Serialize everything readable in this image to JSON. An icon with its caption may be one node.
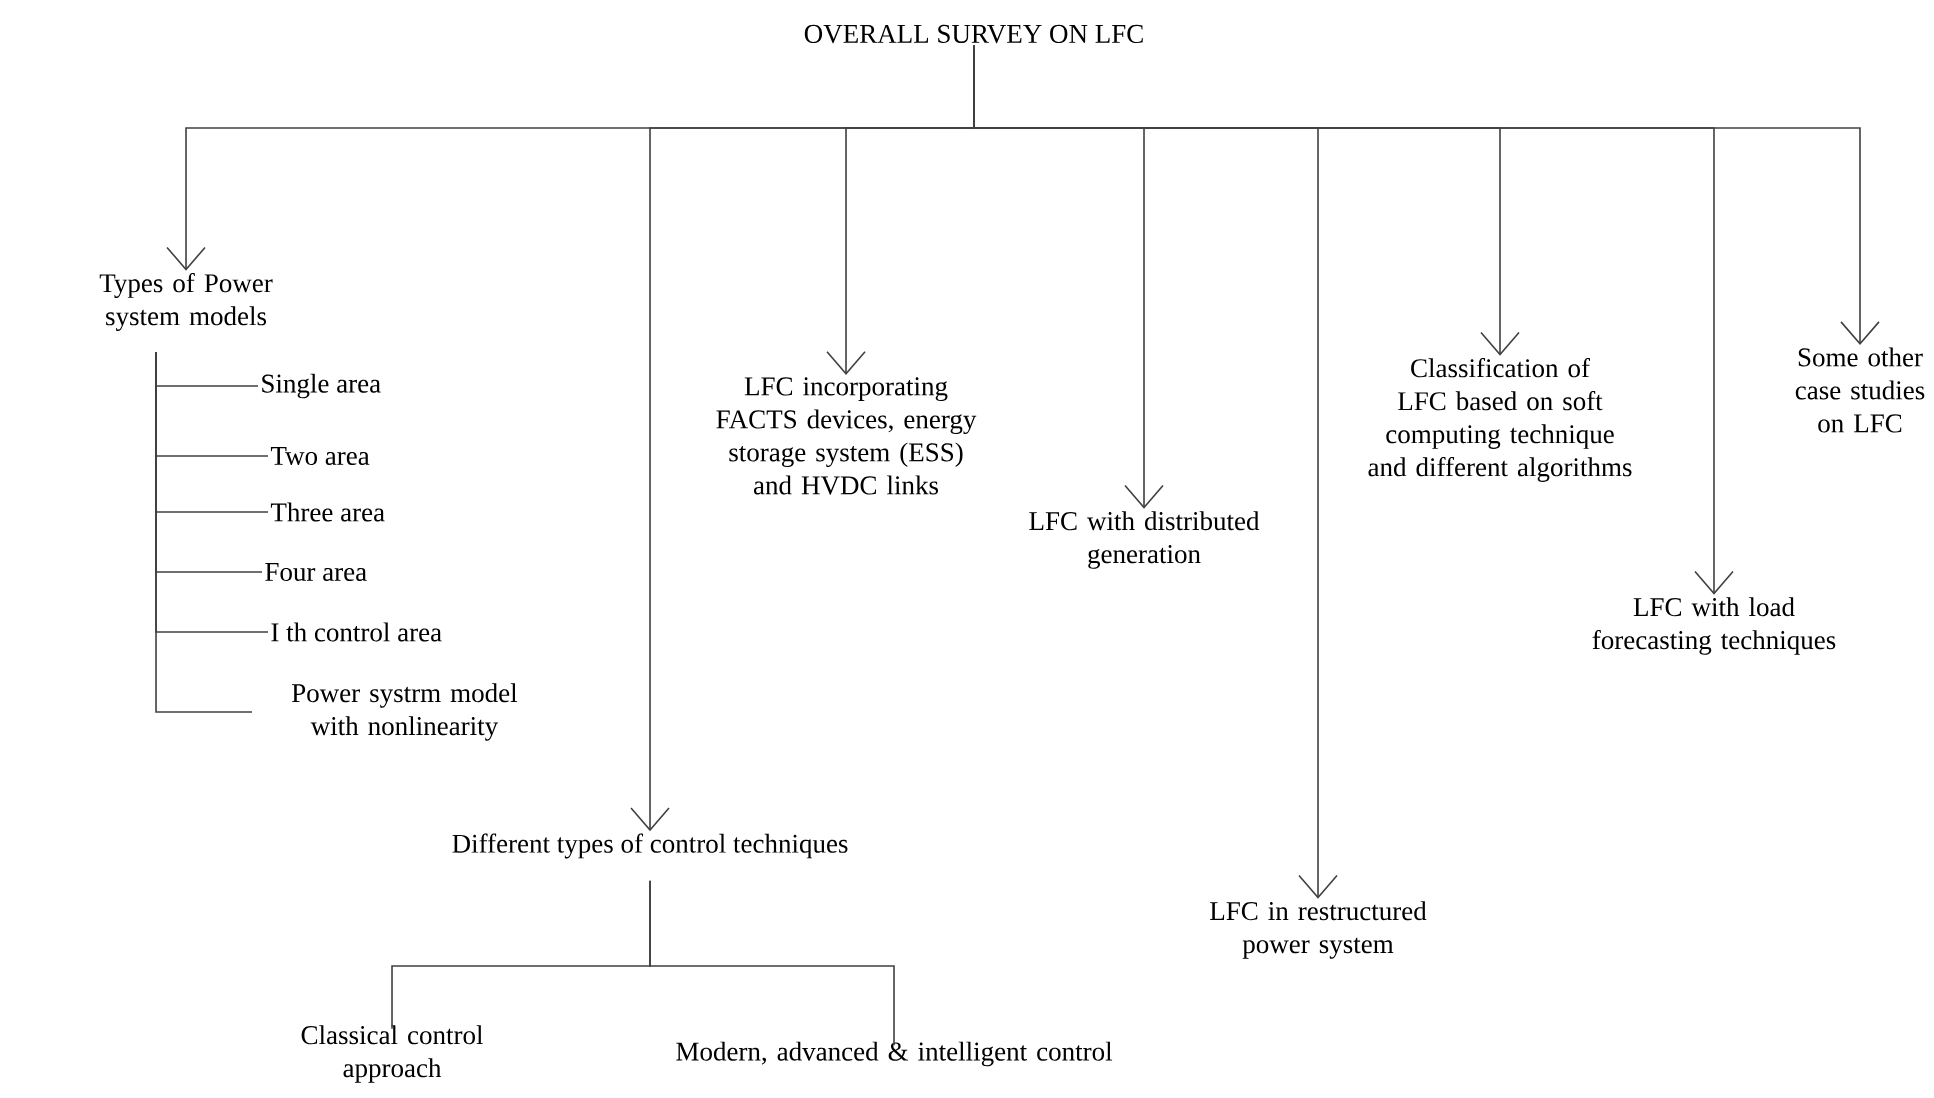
{
  "diagram": {
    "nodes": [
      {
        "text": [
          "OVERALL SURVEY ON LFC"
        ]
      },
      {
        "text": [
          "Types of Power system models"
        ]
      },
      {
        "text": [
          "Single area"
        ]
      },
      {
        "text": [
          "Two area"
        ]
      },
      {
        "text": [
          "Three area"
        ]
      },
      {
        "text": [
          "Four area"
        ]
      },
      {
        "text": [
          "I th control area"
        ]
      },
      {
        "text": [
          "Power systrm model with nonlinearity"
        ]
      },
      {
        "text": [
          "LFC incorporating FACTS devices, energy storage system (ESS) and HVDC links"
        ]
      },
      {
        "text": [
          "Different types of control techniques"
        ]
      },
      {
        "text": [
          "LFC with distributed generation"
        ]
      },
      {
        "text": [
          "LFC in restructured power system"
        ]
      },
      {
        "text": [
          "Classification of LFC based on soft computing technique and different algorithms"
        ]
      },
      {
        "text": [
          "LFC with load forecasting techniques"
        ]
      },
      {
        "text": [
          "Some other case studies on LFC"
        ]
      },
      {
        "text": [
          "Classical control approach"
        ]
      },
      {
        "text": [
          "Modern, advanced & intelligent control"
        ]
      }
    ],
    "edges": [
      {
        "from": 0,
        "to": 1,
        "arrow": "to"
      },
      {
        "from": 0,
        "to": 9,
        "arrow": "to"
      },
      {
        "from": 0,
        "to": 8,
        "arrow": "to"
      },
      {
        "from": 0,
        "to": 10,
        "arrow": "to"
      },
      {
        "from": 0,
        "to": 11,
        "arrow": "to"
      },
      {
        "from": 0,
        "to": 12,
        "arrow": "to"
      },
      {
        "from": 0,
        "to": 13,
        "arrow": "to"
      },
      {
        "from": 0,
        "to": 14,
        "arrow": "to"
      },
      {
        "from": 1,
        "to": 2,
        "arrow": "none"
      },
      {
        "from": 1,
        "to": 3,
        "arrow": "none"
      },
      {
        "from": 1,
        "to": 4,
        "arrow": "none"
      },
      {
        "from": 1,
        "to": 5,
        "arrow": "none"
      },
      {
        "from": 1,
        "to": 6,
        "arrow": "none"
      },
      {
        "from": 1,
        "to": 7,
        "arrow": "none"
      },
      {
        "from": 9,
        "to": 15,
        "arrow": "none"
      },
      {
        "from": 9,
        "to": 16,
        "arrow": "none"
      }
    ]
  }
}
